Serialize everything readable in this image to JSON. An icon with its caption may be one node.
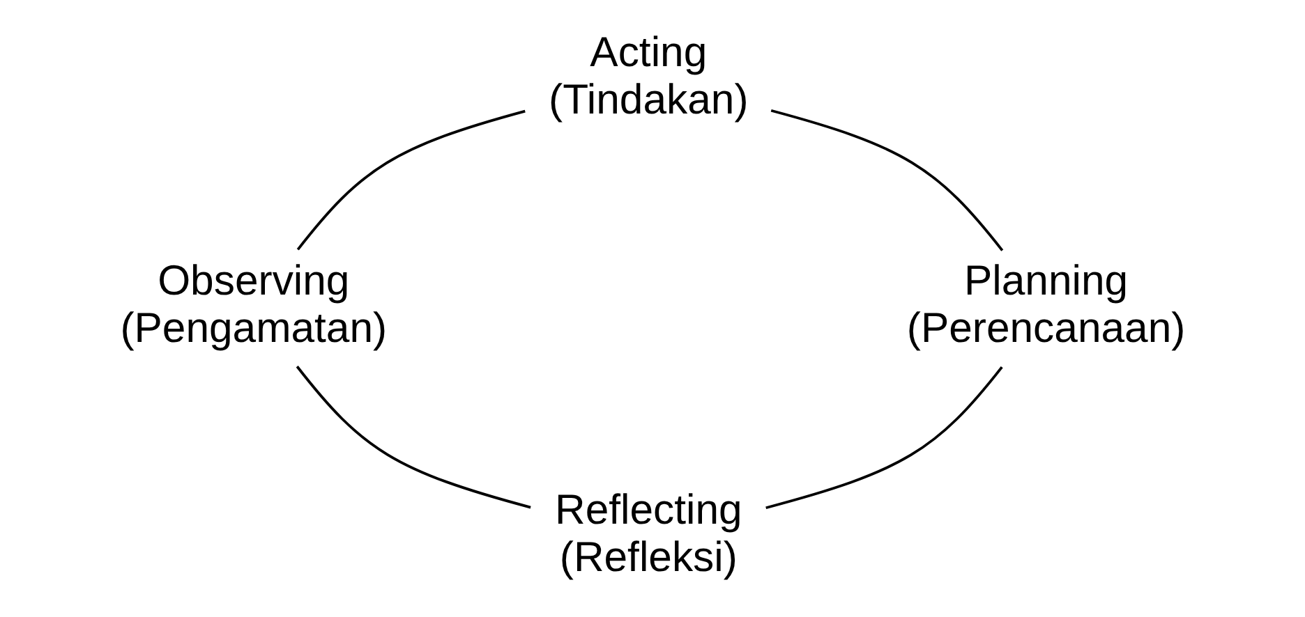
{
  "diagram": {
    "nodes": [
      {
        "text": [
          "Acting",
          "(Tindakan)"
        ]
      },
      {
        "text": [
          "Planning",
          "(Perencanaan)"
        ]
      },
      {
        "text": [
          "Observing",
          "(Pengamatan)"
        ]
      },
      {
        "text": [
          "Reflecting",
          "(Refleksi)"
        ]
      }
    ],
    "edges": [
      {
        "from": 3,
        "to": 1,
        "arrow": "none"
      },
      {
        "from": 1,
        "to": 0,
        "arrow": "none"
      },
      {
        "from": 0,
        "to": 2,
        "arrow": "none"
      },
      {
        "from": 2,
        "to": 3,
        "arrow": "none"
      }
    ]
  }
}
